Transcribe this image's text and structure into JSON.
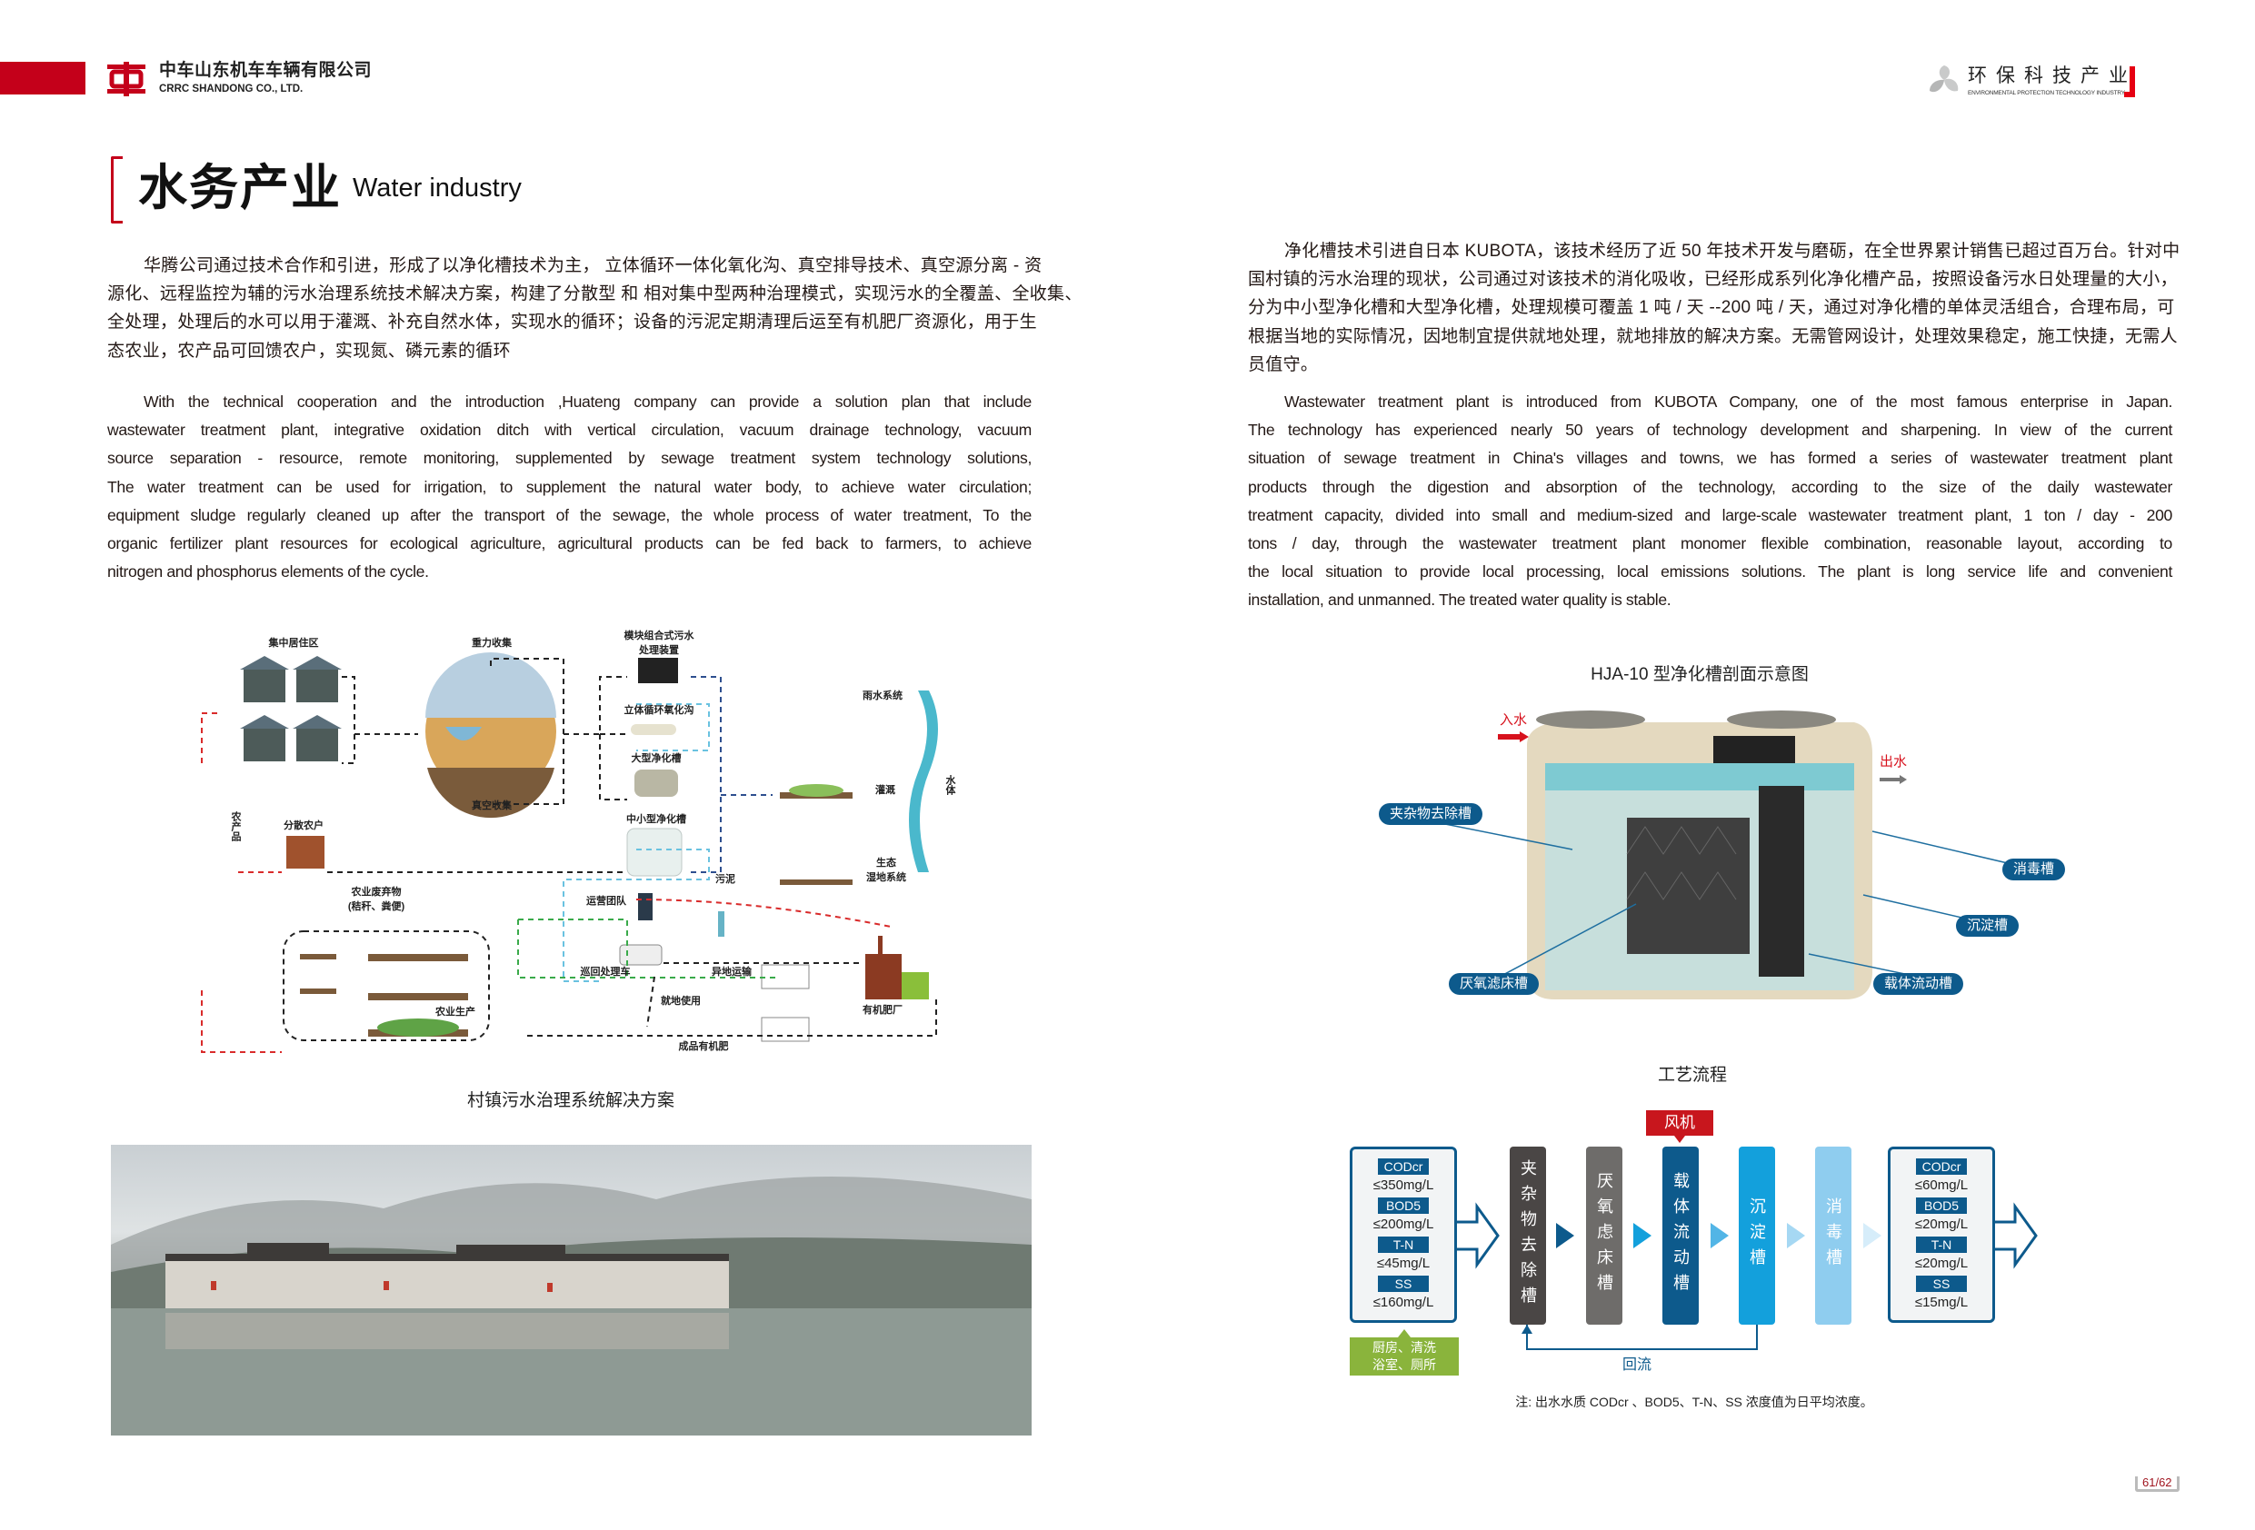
{
  "header": {
    "company_cn": "中车山东机车车辆有限公司",
    "company_en": "CRRC SHANDONG CO., LTD.",
    "section_cn": "环保科技产业",
    "section_en": "ENVIRONMENTAL PROTECTION TECHNOLOGY INDUSTRY",
    "brand_color": "#c4001a"
  },
  "title": {
    "cn": "水务产业",
    "en": "Water industry"
  },
  "left": {
    "cn_lines": [
      "华腾公司通过技术合作和引进，形成了以净化槽技术为主， 立体循环一体化氧化沟、真空排导技术、真空源分离 - 资",
      "源化、远程监控为辅的污水治理系统技术解决方案，构建了分散型 和 相对集中型两种治理模式，实现污水的全覆盖、全收集、",
      "全处理，处理后的水可以用于灌溉、补充自然水体，实现水的循环；设备的污泥定期清理后运至有机肥厂资源化，用于生",
      "态农业，农产品可回馈农户，实现氮、磷元素的循环"
    ],
    "en_lines": [
      "With the technical cooperation and the introduction ,Huateng company can provide a solution plan that include",
      "wastewater treatment plant, integrative oxidation ditch with vertical circulation, vacuum drainage technology, vacuum",
      "source separation - resource, remote monitoring, supplemented by sewage treatment system technology solutions,",
      "The water treatment can be used for irrigation, to supplement the natural water body, to achieve water circulation;",
      "equipment sludge regularly cleaned up after the transport of the sewage, the whole process of water treatment, To the",
      "organic fertilizer plant resources for ecological agriculture, agricultural products can be fed back to farmers, to achieve",
      "nitrogen and phosphorus elements of the cycle."
    ],
    "diagram": {
      "labels": {
        "concentrated": "集中居住区",
        "gravity": "重力收集",
        "modular": "模块组合式污水",
        "modular2": "处理装置",
        "oxidation": "立体循环氧化沟",
        "large_tank": "大型净化槽",
        "vacuum": "真空收集",
        "small_tank": "中小型净化槽",
        "rain": "雨水系统",
        "irrigation": "灌溉",
        "water_body": "水体",
        "wetland1": "生态",
        "wetland2": "湿地系统",
        "sludge": "污泥",
        "scattered": "分散农户",
        "farm_products": "农产品",
        "waste1": "农业废弃物",
        "waste2": "(秸秆、粪便)",
        "ops_team": "运营团队",
        "patrol": "巡回处理车",
        "transport": "异地运输",
        "local_use": "就地使用",
        "fertilizer_plant": "有机肥厂",
        "agri": "农业生产",
        "product_fertilizer": "成品有机肥"
      },
      "caption": "村镇污水治理系统解决方案"
    }
  },
  "right": {
    "cn_lines": [
      "净化槽技术引进自日本 KUBOTA，该技术经历了近 50 年技术开发与磨砺，在全世界累计销售已超过百万台。针对中",
      "国村镇的污水治理的现状，公司通过对该技术的消化吸收，已经形成系列化净化槽产品，按照设备污水日处理量的大小，",
      "分为中小型净化槽和大型净化槽，处理规模可覆盖 1 吨 / 天 --200 吨 / 天，通过对净化槽的单体灵活组合，合理布局，可",
      "根据当地的实际情况，因地制宜提供就地处理，就地排放的解决方案。无需管网设计，处理效果稳定，施工快捷，无需人",
      "员值守。"
    ],
    "en_lines": [
      "Wastewater treatment plant is introduced from KUBOTA Company, one of the most famous enterprise in Japan.",
      "The technology has experienced nearly 50 years of technology development and sharpening. In view of the current",
      "situation of sewage treatment in China's villages and towns, we has formed a series of wastewater treatment plant",
      "products through the digestion and absorption of the technology, according to the size of the daily wastewater",
      "treatment capacity, divided into small and medium-sized and large-scale wastewater treatment plant, 1 ton / day - 200",
      "tons / day, through the wastewater treatment plant monomer flexible combination, reasonable layout, according to",
      "the local situation to provide local processing, local emissions solutions. The plant is long service life and convenient",
      "installation, and unmanned. The treated water quality is stable."
    ],
    "tank": {
      "title": "HJA-10 型净化槽剖面示意图",
      "inlet": "入水",
      "outlet": "出水",
      "labels": [
        "夹杂物去除槽",
        "厌氧滤床槽",
        "载体流动槽",
        "沉淀槽",
        "消毒槽"
      ]
    },
    "process": {
      "title": "工艺流程",
      "blower": "风机",
      "inflow": [
        {
          "tag": "CODcr",
          "value": "≤350mg/L"
        },
        {
          "tag": "BOD5",
          "value": "≤200mg/L"
        },
        {
          "tag": "T-N",
          "value": "≤45mg/L"
        },
        {
          "tag": "SS",
          "value": "≤160mg/L"
        }
      ],
      "outflow": [
        {
          "tag": "CODcr",
          "value": "≤60mg/L"
        },
        {
          "tag": "BOD5",
          "value": "≤20mg/L"
        },
        {
          "tag": "T-N",
          "value": "≤20mg/L"
        },
        {
          "tag": "SS",
          "value": "≤15mg/L"
        }
      ],
      "source_line1": "厨房、清洗",
      "source_line2": "浴室、厕所",
      "stages": [
        {
          "name": "夹杂物去除槽",
          "color": "#4a4645"
        },
        {
          "name": "厌氧虑床槽",
          "color": "#6e6c6a"
        },
        {
          "name": "载体流动槽",
          "color": "#0d5a8c"
        },
        {
          "name": "沉淀槽",
          "color": "#13a0dc"
        },
        {
          "name": "消毒槽",
          "color": "#8fcdef"
        }
      ],
      "return_label": "回流",
      "note": "注: 出水水质 CODcr 、BOD5、T-N、SS 浓度值为日平均浓度。"
    }
  },
  "footer": {
    "page": "61/62"
  }
}
